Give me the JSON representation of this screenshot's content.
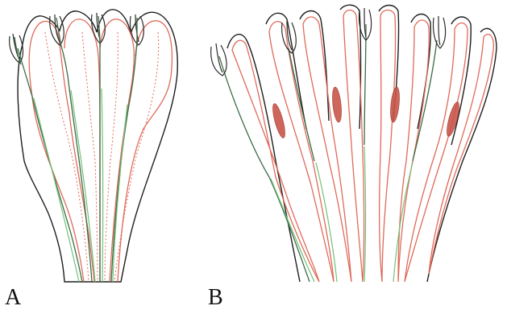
{
  "panels": [
    {
      "id": "A",
      "label": "A"
    },
    {
      "id": "B",
      "label": "B"
    }
  ],
  "colors": {
    "outline": "#1e1e1e",
    "vascular_red": "#e06a5a",
    "vascular_green": "#6fc27a",
    "dark_green": "#3d6b45",
    "ovule": "#c9564b"
  }
}
